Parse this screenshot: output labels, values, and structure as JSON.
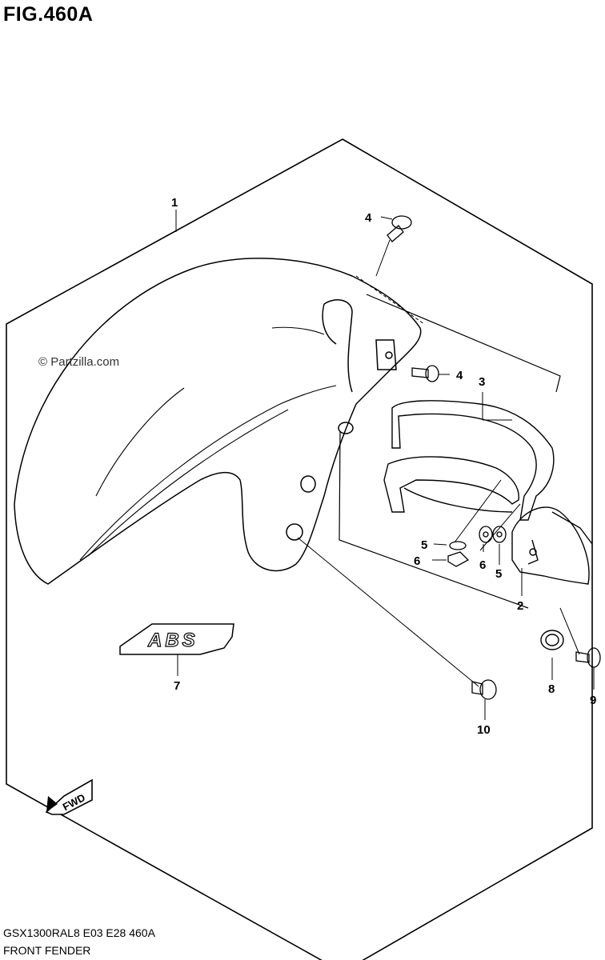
{
  "figure": {
    "title": "FIG.460A"
  },
  "watermark": "© Partzilla.com",
  "callouts": [
    {
      "id": "1",
      "text": "1"
    },
    {
      "id": "2",
      "text": "2"
    },
    {
      "id": "3",
      "text": "3"
    },
    {
      "id": "4a",
      "text": "4"
    },
    {
      "id": "4b",
      "text": "4"
    },
    {
      "id": "5a",
      "text": "5"
    },
    {
      "id": "5b",
      "text": "5"
    },
    {
      "id": "6a",
      "text": "6"
    },
    {
      "id": "6b",
      "text": "6"
    },
    {
      "id": "7",
      "text": "7"
    },
    {
      "id": "8",
      "text": "8"
    },
    {
      "id": "9",
      "text": "9"
    },
    {
      "id": "10",
      "text": "10"
    }
  ],
  "decal": {
    "text": "ABS"
  },
  "direction_arrow": {
    "text": "FWD"
  },
  "footer": {
    "model_code": "GSX1300RAL8  E03  E28  460A",
    "section_name": "FRONT FENDER"
  }
}
